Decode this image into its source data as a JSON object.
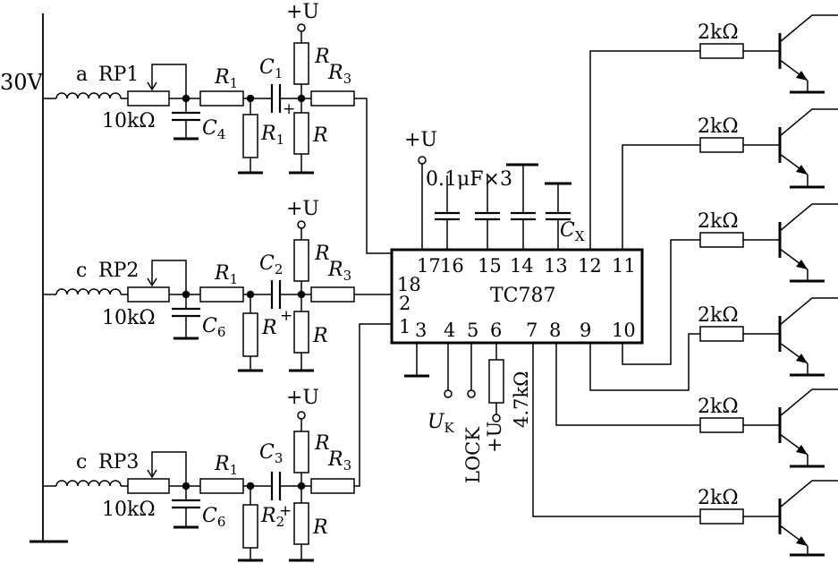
{
  "supply": {
    "voltage": "30V",
    "plus_u": "+U"
  },
  "phases": [
    {
      "inductor": "a",
      "pot": "RP1",
      "pot_value": "10kΩ",
      "r1": "R",
      "r1_sub": "1",
      "c": "C",
      "c_sub": "1",
      "cap": "C",
      "cap_sub": "4",
      "r_sh": "R",
      "r_sh_sub": "1",
      "r_top": "R",
      "r3": "R",
      "r3_sub": "3",
      "r_bot": "R"
    },
    {
      "inductor": "c",
      "pot": "RP2",
      "pot_value": "10kΩ",
      "r1": "R",
      "r1_sub": "1",
      "c": "C",
      "c_sub": "2",
      "cap": "C",
      "cap_sub": "6",
      "r_sh": "R",
      "r_sh_sub": "",
      "r_top": "R",
      "r3": "R",
      "r3_sub": "3",
      "r_bot": "R"
    },
    {
      "inductor": "c",
      "pot": "RP3",
      "pot_value": "10kΩ",
      "r1": "R",
      "r1_sub": "1",
      "c": "C",
      "c_sub": "3",
      "cap": "C",
      "cap_sub": "6",
      "r_sh": "R",
      "r_sh_sub": "2",
      "r_top": "R",
      "r3": "R",
      "r3_sub": "3",
      "r_bot": "R"
    }
  ],
  "ic": {
    "name": "TC787",
    "top_pins": [
      "17",
      "16",
      "15",
      "14",
      "13",
      "12",
      "11"
    ],
    "left_pins": [
      "18",
      "2",
      "1"
    ],
    "bottom_pins": [
      "3",
      "4",
      "5",
      "6",
      "7",
      "8",
      "9",
      "10"
    ],
    "vcc": "+U",
    "caps_label": "0.1μF×3",
    "cx": "C",
    "cx_sub": "X"
  },
  "pin_labels": {
    "uk": "U",
    "uk_sub": "K",
    "lock": "LOCK",
    "r6": "4.7kΩ",
    "r6_supply": "+U"
  },
  "outputs": [
    "2kΩ",
    "2kΩ",
    "2kΩ",
    "2kΩ",
    "2kΩ",
    "2kΩ"
  ],
  "plus_sign": "+"
}
